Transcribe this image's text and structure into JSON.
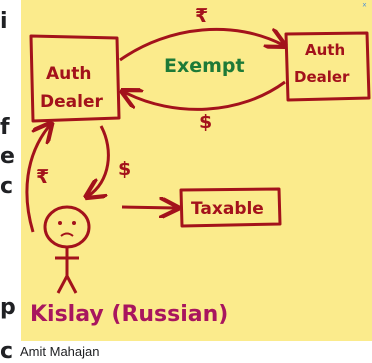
{
  "background_fragments": [
    "i",
    "f",
    "e",
    "c",
    "p",
    "c"
  ],
  "diagram": {
    "node_auth_dealer_left": [
      "Auth",
      "Dealer"
    ],
    "node_auth_dealer_right": [
      "Auth",
      "Dealer"
    ],
    "label_exempt": "Exempt",
    "label_rupee_top": "₹",
    "label_dollar_bottom": "$",
    "label_rupee_left": "₹",
    "label_dollar_mid": "$",
    "node_taxable": "Taxable",
    "person_label": "Kislay (Russian)"
  },
  "caption": "Amit Mahajan",
  "colors": {
    "panel": "#fbeb8c",
    "ink": "#a3121b",
    "green": "#1d7a37",
    "magenta": "#a8155e",
    "text": "#202124"
  }
}
